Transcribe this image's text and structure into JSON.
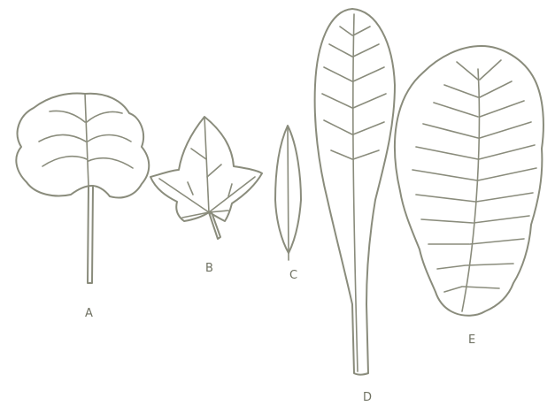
{
  "leaves": [
    {
      "id": "A",
      "label": "A"
    },
    {
      "id": "B",
      "label": "B"
    },
    {
      "id": "C",
      "label": "C"
    },
    {
      "id": "D",
      "label": "D"
    },
    {
      "id": "E",
      "label": "E"
    }
  ],
  "colors": {
    "line": "#8a8c7c",
    "label": "#6f7162",
    "background": "#ffffff"
  }
}
